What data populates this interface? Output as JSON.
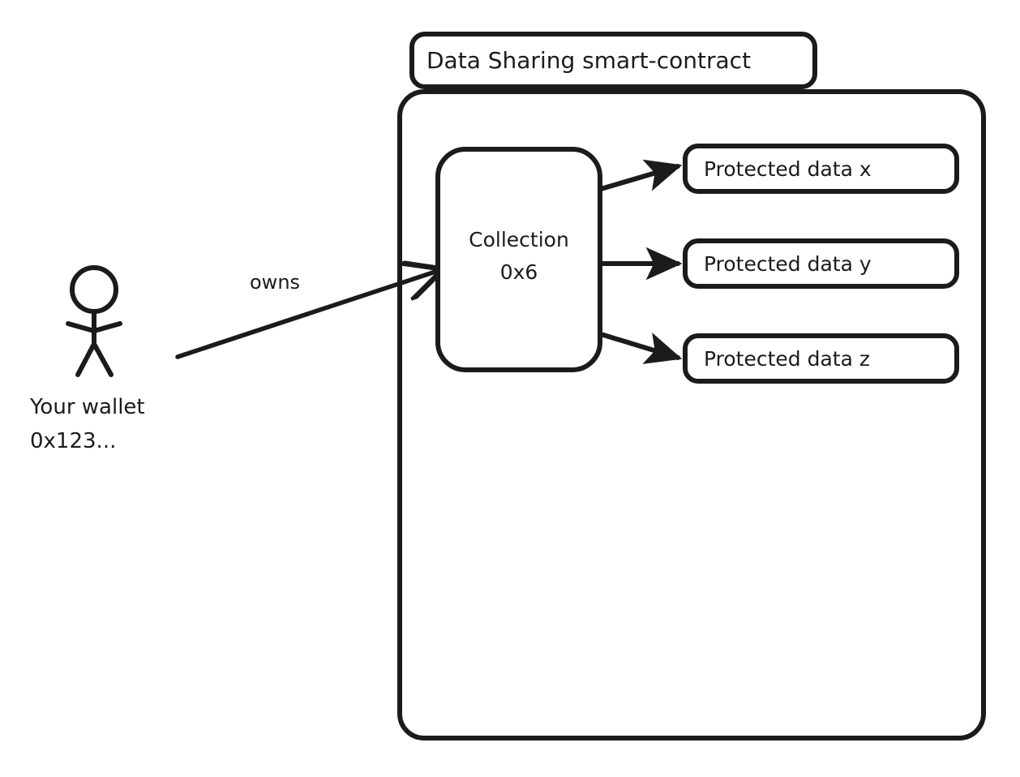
{
  "diagram": {
    "title_box": {
      "label": "Data Sharing smart-contract"
    },
    "container": {
      "name": "smart-contract-container"
    },
    "collection": {
      "line1": "Collection",
      "line2": "0x6"
    },
    "protected_data": [
      {
        "label": "Protected data x"
      },
      {
        "label": "Protected data y"
      },
      {
        "label": "Protected data z"
      }
    ],
    "actor": {
      "line1": "Your wallet",
      "line2": "0x123...",
      "icon": "stick-figure-person-icon"
    },
    "edges": [
      {
        "from": "Your wallet 0x123...",
        "to": "Collection 0x6",
        "label": "owns"
      },
      {
        "from": "Collection 0x6",
        "to": "Protected data x",
        "label": ""
      },
      {
        "from": "Collection 0x6",
        "to": "Protected data y",
        "label": ""
      },
      {
        "from": "Collection 0x6",
        "to": "Protected data z",
        "label": ""
      }
    ],
    "colors": {
      "stroke": "#1b1b1b",
      "fill": "#ffffff",
      "background": "#ffffff"
    }
  }
}
